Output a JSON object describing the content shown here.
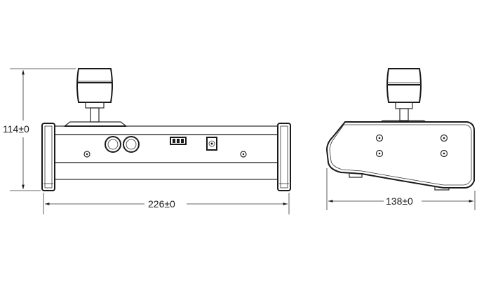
{
  "dimensions": {
    "height": "114±0",
    "width": "226±0",
    "depth": "138±0"
  }
}
